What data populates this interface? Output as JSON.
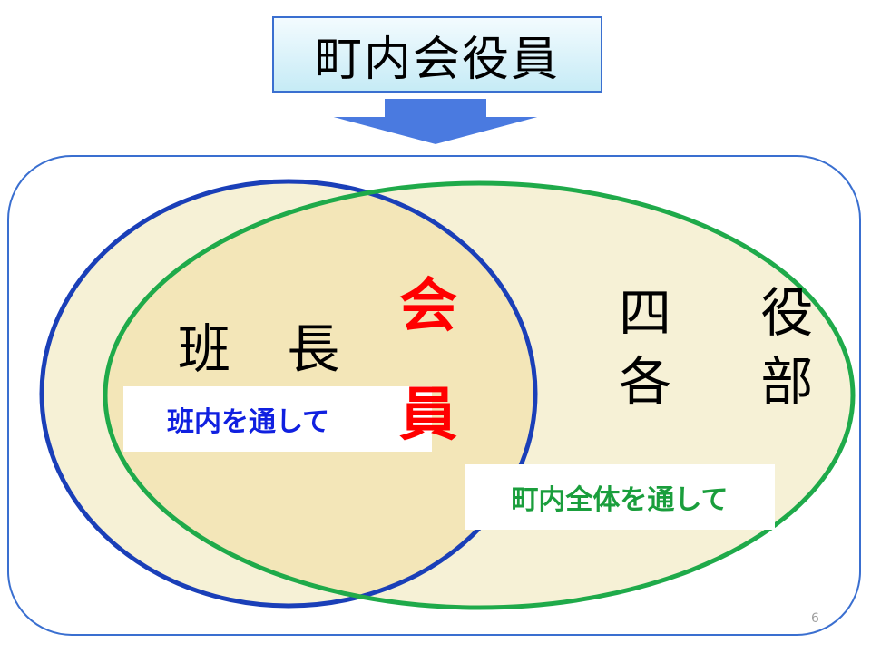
{
  "title": "町内会役員",
  "labels": {
    "hancho": "班 長",
    "kai": "会",
    "in": "員",
    "yaku_row1": "四 役",
    "yaku_row2": "各 部",
    "han_through": "班内を通して",
    "cho_through": "町内全体を通して",
    "page_number": "6"
  },
  "colors": {
    "title_border": "#3a6fd0",
    "arrow_fill": "#4a7ae0",
    "frame_border": "#3a6fd0",
    "blue_ellipse": "#1a3fb8",
    "green_ellipse": "#1faa4a",
    "ellipse_fill": "#f6f1d6",
    "overlap_fill": "#f3e6b8",
    "member_red": "#ff0000",
    "han_blue": "#1020e0",
    "cho_green": "#1a9e3c"
  }
}
